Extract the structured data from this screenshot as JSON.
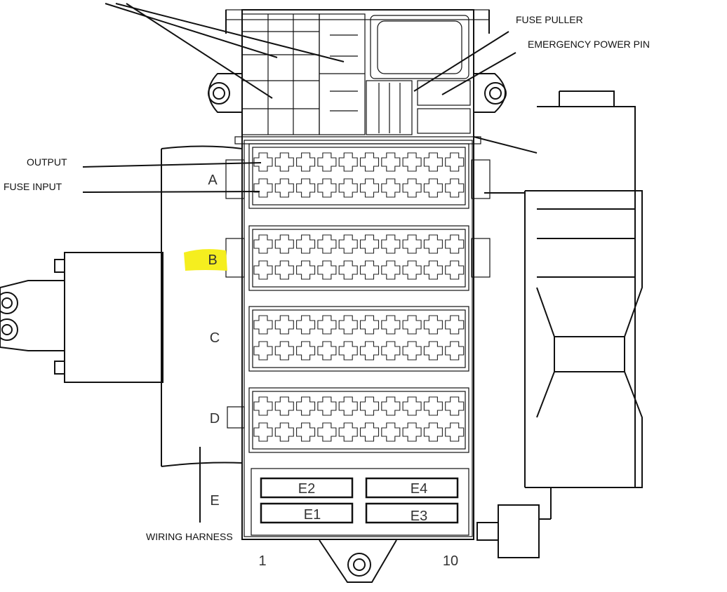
{
  "callouts": {
    "fuse_puller": "FUSE PULLER",
    "emergency_power_pin": "EMERGENCY POWER PIN",
    "output": "OUTPUT",
    "fuse_input": "FUSE INPUT",
    "wiring_harness": "WIRING HARNESS"
  },
  "rows": [
    "A",
    "B",
    "C",
    "D",
    "E"
  ],
  "highlighted_row": "B",
  "highlight_color": "#f5ee1f",
  "relays": [
    "E2",
    "E4",
    "E1",
    "E3"
  ],
  "column_labels": {
    "first": "1",
    "last": "10"
  }
}
